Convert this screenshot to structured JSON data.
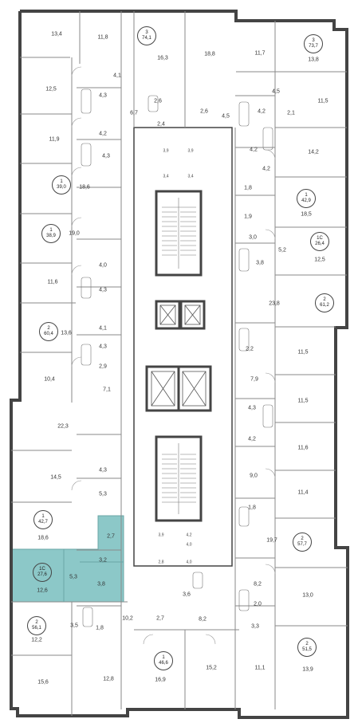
{
  "colors": {
    "wall": "#444444",
    "wall_thin": "#8a8a8a",
    "highlight": "#8cc8c8",
    "highlight_stroke": "#6aa6a6",
    "background": "#ffffff"
  },
  "icons": [
    "bathtub-icon",
    "toilet-icon",
    "sink-icon",
    "elevator-icon",
    "staircase-icon",
    "door-swing-icon"
  ],
  "apartments": [
    {
      "id": "a1",
      "rooms": "3",
      "area": "74,1"
    },
    {
      "id": "a2",
      "rooms": "3",
      "area": "73,7"
    },
    {
      "id": "a3",
      "rooms": "1",
      "area": "39,0"
    },
    {
      "id": "a4",
      "rooms": "1",
      "area": "42,9"
    },
    {
      "id": "a5",
      "rooms": "1",
      "area": "38,9"
    },
    {
      "id": "a6",
      "rooms": "1С",
      "area": "26,4"
    },
    {
      "id": "a7",
      "rooms": "2",
      "area": "61,2"
    },
    {
      "id": "a8",
      "rooms": "2",
      "area": "60,4"
    },
    {
      "id": "a9",
      "rooms": "1",
      "area": "42,7"
    },
    {
      "id": "a10",
      "rooms": "2",
      "area": "57,7"
    },
    {
      "id": "a11",
      "rooms": "1С",
      "area": "27,6",
      "selected": true
    },
    {
      "id": "a12",
      "rooms": "2",
      "area": "56,1"
    },
    {
      "id": "a13",
      "rooms": "2",
      "area": "51,5"
    },
    {
      "id": "a14",
      "rooms": "1",
      "area": "46,6"
    }
  ],
  "room_areas": [
    "13,4",
    "11,8",
    "16,3",
    "18,8",
    "11,7",
    "13,8",
    "4,1",
    "12,5",
    "4,3",
    "2,6",
    "2,6",
    "11,5",
    "4,2",
    "4,5",
    "6,7",
    "4,2",
    "2,1",
    "2,4",
    "4,5",
    "11,9",
    "3,9",
    "3,9",
    "4,2",
    "14,2",
    "4,3",
    "3,4",
    "3,4",
    "4,2",
    "18,6",
    "1,8",
    "1,9",
    "18,5",
    "19,0",
    "3,0",
    "5,2",
    "12,5",
    "3,8",
    "4,0",
    "11,6",
    "4,3",
    "23,8",
    "4,1",
    "13,6",
    "2,2",
    "11,5",
    "4,3",
    "2,9",
    "10,4",
    "7,9",
    "7,1",
    "11,5",
    "4,3",
    "22,3",
    "4,2",
    "11,6",
    "9,0",
    "14,5",
    "4,3",
    "11,4",
    "5,3",
    "1,8",
    "18,6",
    "19,7",
    "2,7",
    "3,9",
    "4,2",
    "4,0",
    "4,0",
    "5,3",
    "3,2",
    "12,6",
    "3,8",
    "2,8",
    "3,6",
    "8,2",
    "13,0",
    "2,0",
    "3,3",
    "10,2",
    "2,7",
    "8,2",
    "12,2",
    "3,5",
    "1,8",
    "15,6",
    "12,8",
    "16,9",
    "15,2",
    "11,1",
    "13,9"
  ]
}
